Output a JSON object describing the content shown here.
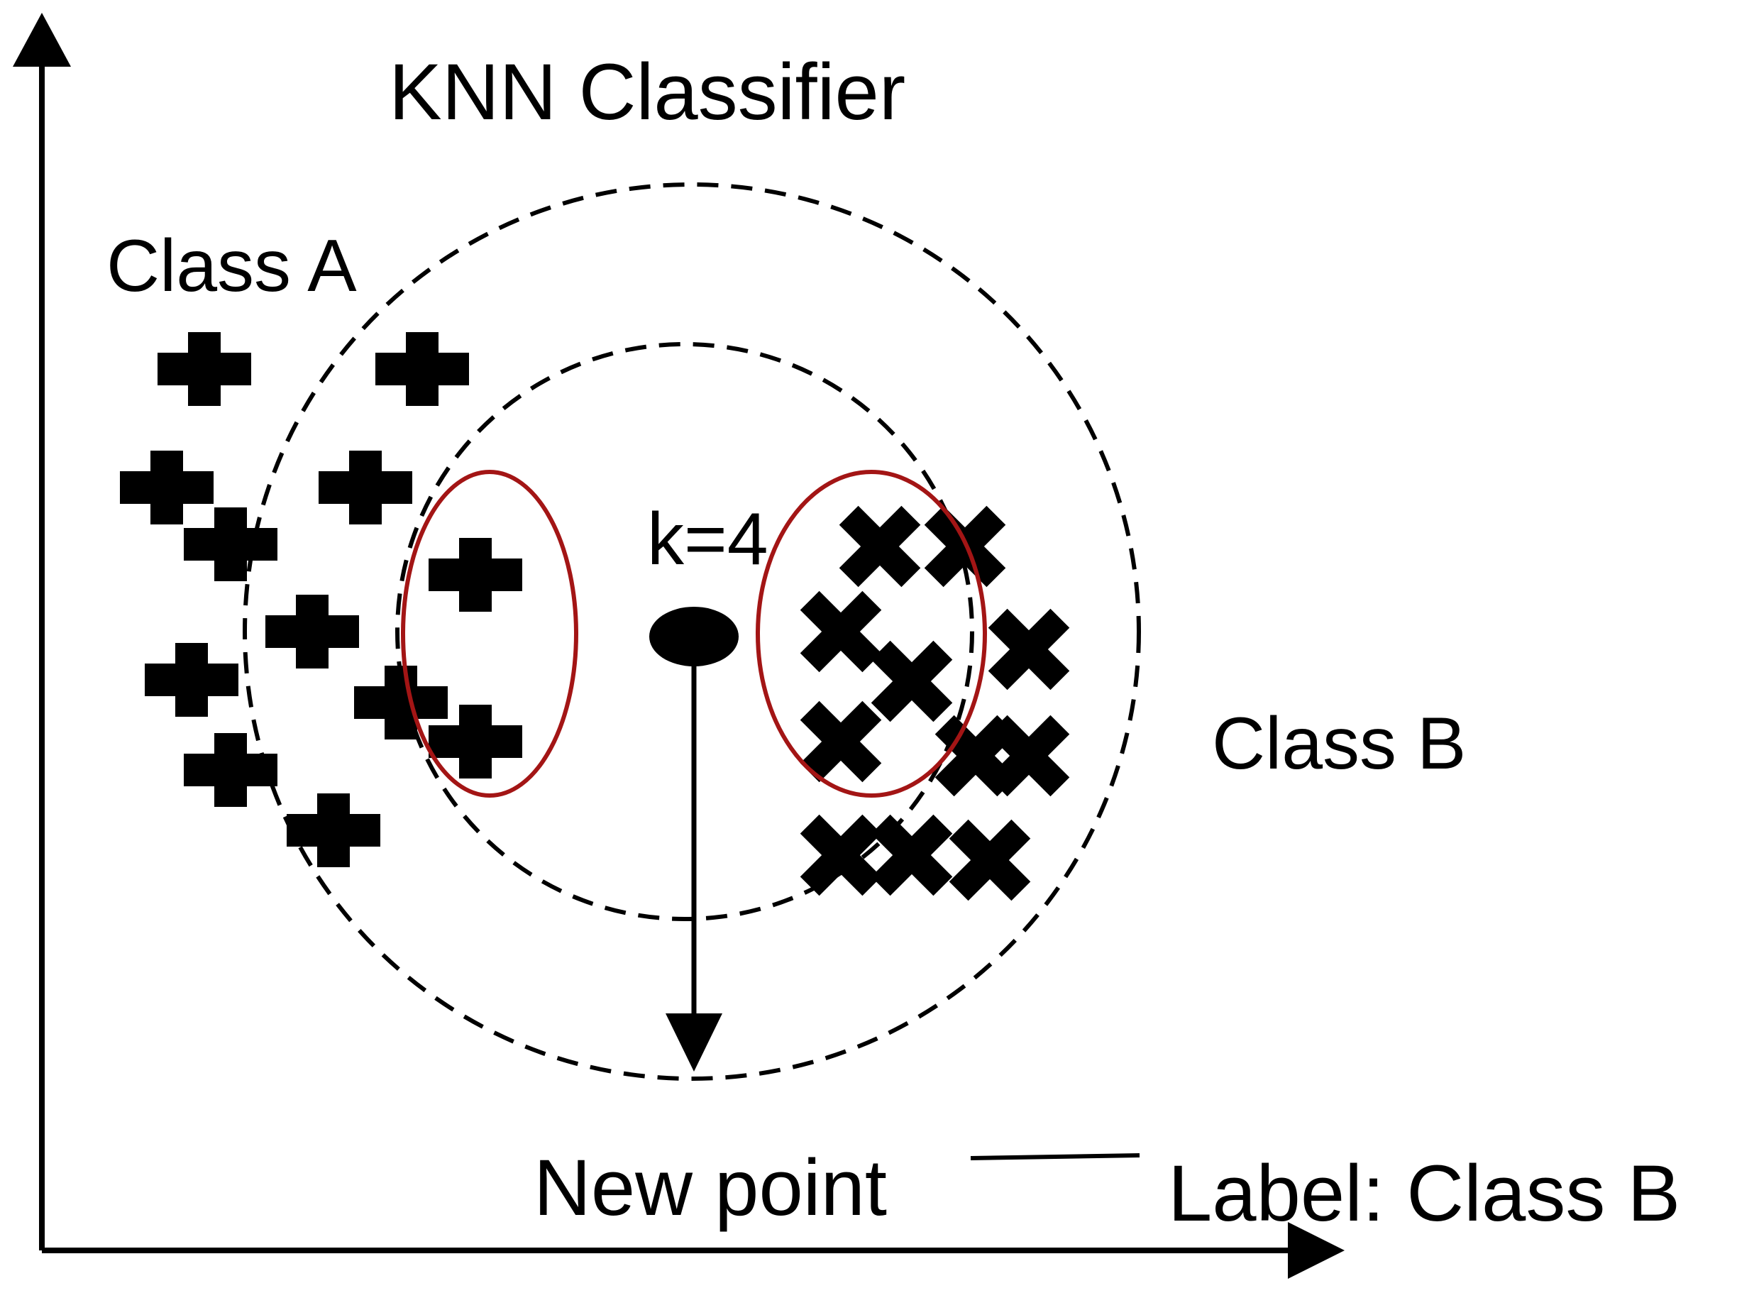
{
  "diagram": {
    "title": "KNN Classifier",
    "class_a_label": "Class A",
    "class_b_label": "Class B",
    "k_label": "k=4",
    "new_point_label": "New point",
    "result_label": "Label: Class B",
    "k_value": 4
  },
  "colors": {
    "ink": "#000000",
    "neighbor_highlight": "#a31515",
    "background": "#ffffff"
  },
  "legend_markers": {
    "class_a_marker": "plus-icon",
    "class_b_marker": "cross-icon",
    "new_point_marker": "filled-ellipse"
  }
}
